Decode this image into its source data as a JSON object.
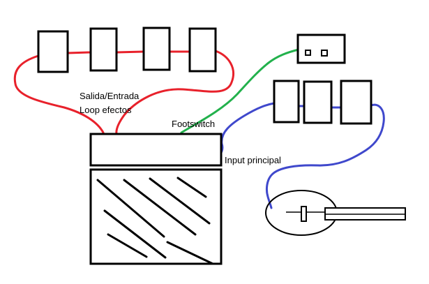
{
  "labels": {
    "loop_line1": "Salida/Entrada",
    "loop_line2": "Loop efectos",
    "footswitch": "Footswitch",
    "input": "Input principal"
  },
  "colors": {
    "outline": "#000000",
    "loop_cable": "#e8212b",
    "footswitch_cable": "#22b14c",
    "input_cable": "#3f48cc",
    "background": "#ffffff"
  },
  "components": {
    "loop_pedals": 4,
    "input_chain_pedals": 3
  }
}
